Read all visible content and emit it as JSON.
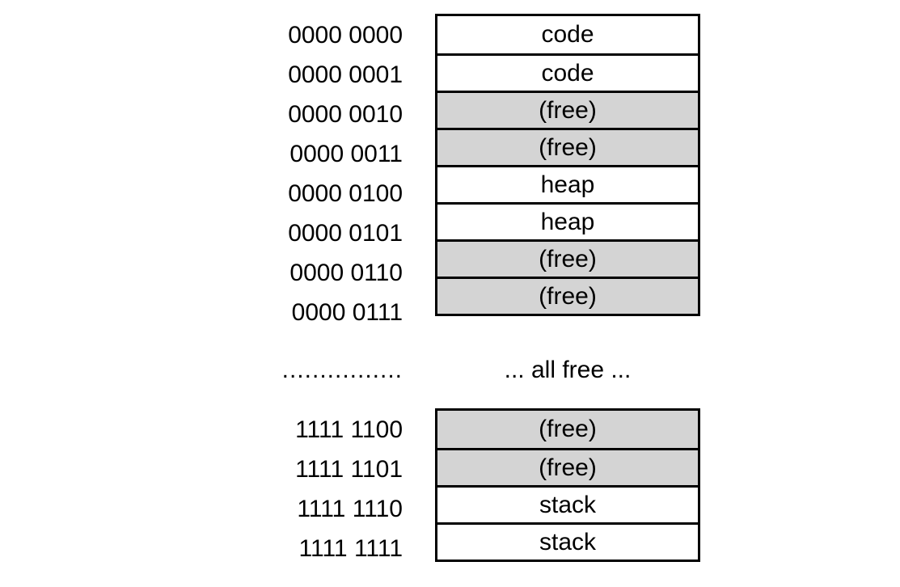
{
  "diagram": {
    "top_rows": [
      {
        "address": "0000 0000",
        "label": "code",
        "free": false
      },
      {
        "address": "0000 0001",
        "label": "code",
        "free": false
      },
      {
        "address": "0000 0010",
        "label": "(free)",
        "free": true
      },
      {
        "address": "0000 0011",
        "label": "(free)",
        "free": true
      },
      {
        "address": "0000 0100",
        "label": "heap",
        "free": false
      },
      {
        "address": "0000 0101",
        "label": "heap",
        "free": false
      },
      {
        "address": "0000 0110",
        "label": "(free)",
        "free": true
      },
      {
        "address": "0000 0111",
        "label": "(free)",
        "free": true
      }
    ],
    "ellipsis": {
      "address_dots": "................",
      "label": "... all free ..."
    },
    "bottom_rows": [
      {
        "address": "1111 1100",
        "label": "(free)",
        "free": true
      },
      {
        "address": "1111 1101",
        "label": "(free)",
        "free": true
      },
      {
        "address": "1111 1110",
        "label": "stack",
        "free": false
      },
      {
        "address": "1111 1111",
        "label": "stack",
        "free": false
      }
    ],
    "colors": {
      "background": "#ffffff",
      "text": "#000000",
      "box_border": "#000000",
      "free_fill": "#d4d4d4",
      "occupied_fill": "#ffffff"
    }
  }
}
